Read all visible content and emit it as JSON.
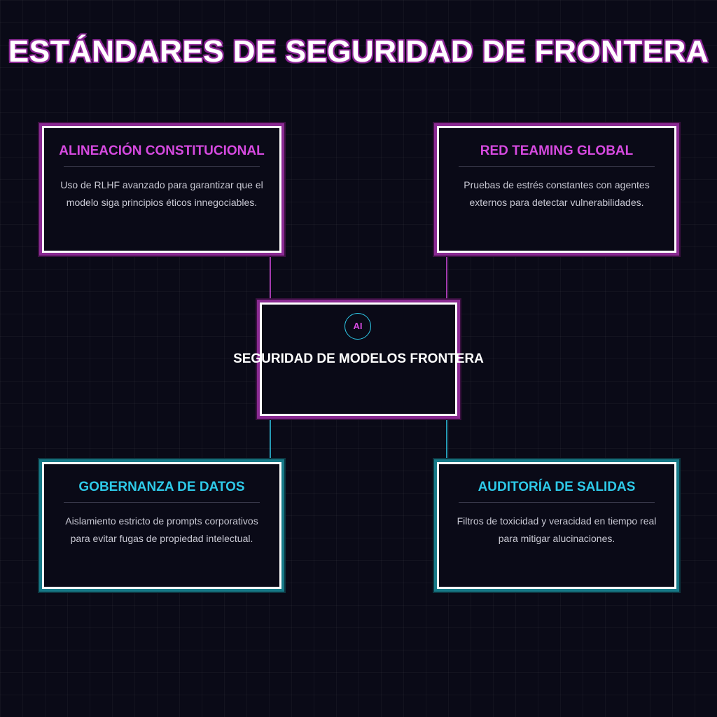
{
  "title": "ESTÁNDARES DE SEGURIDAD DE FRONTERA",
  "colors": {
    "magenta": "#d64ae0",
    "cyan": "#2ec9e8",
    "background": "#0a0a17"
  },
  "center": {
    "badge": "AI",
    "label": "SEGURIDAD DE MODELOS FRONTERA"
  },
  "cards": [
    {
      "title": "ALINEACIÓN CONSTITUCIONAL",
      "text": "Uso de RLHF avanzado para garantizar que el modelo siga principios éticos innegociables."
    },
    {
      "title": "RED TEAMING GLOBAL",
      "text": "Pruebas de estrés constantes con agentes externos para detectar vulnerabilidades."
    },
    {
      "title": "GOBERNANZA DE DATOS",
      "text": "Aislamiento estricto de prompts corporativos para evitar fugas de propiedad intelectual."
    },
    {
      "title": "AUDITORÍA DE SALIDAS",
      "text": "Filtros de toxicidad y veracidad en tiempo real para mitigar alucinaciones."
    }
  ]
}
